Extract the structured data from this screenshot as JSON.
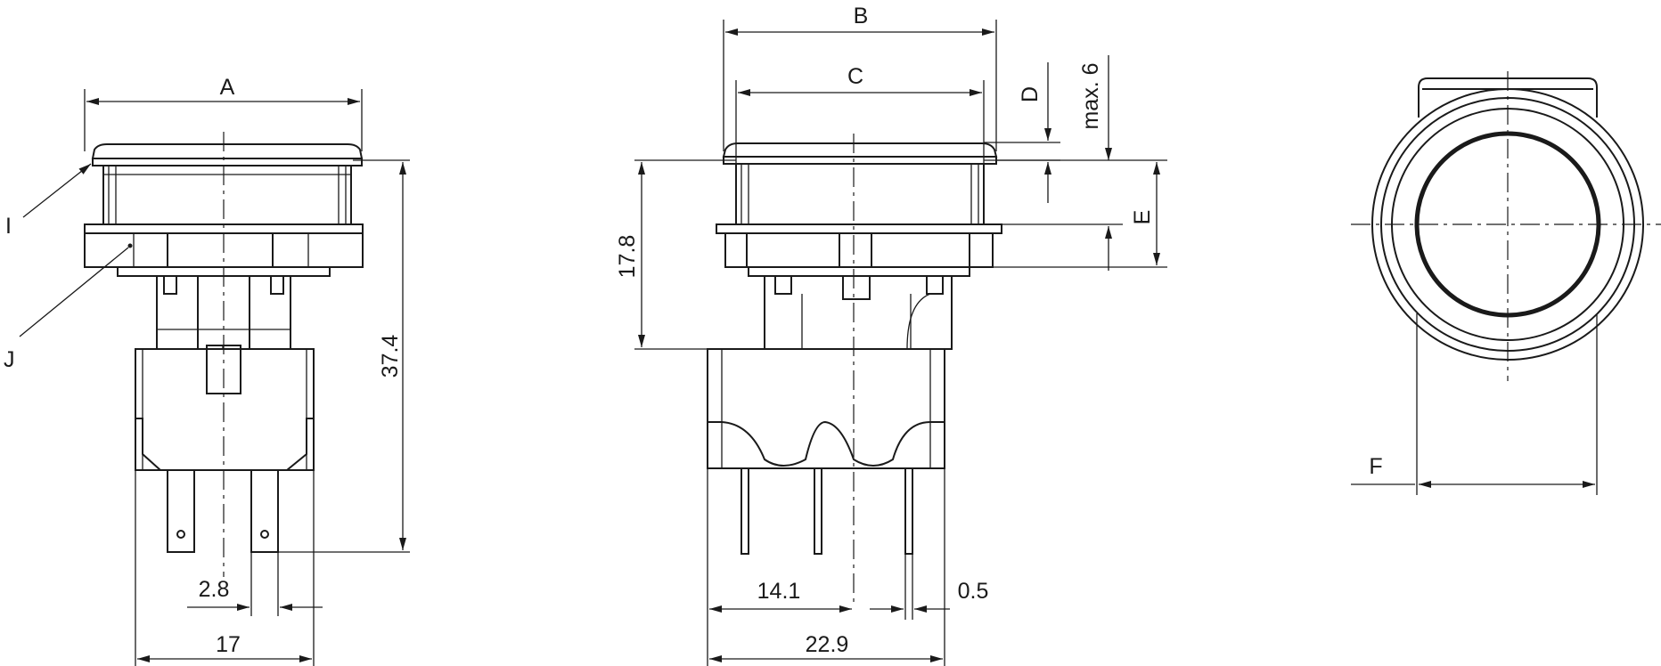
{
  "diagram": {
    "labels": {
      "A": "A",
      "B": "B",
      "C": "C",
      "D": "D",
      "E": "E",
      "F": "F",
      "I": "I",
      "J": "J"
    },
    "dimensions": {
      "height_total": "37.4",
      "height_body": "17.8",
      "max_travel": "max. 6",
      "terminal_width": "2.8",
      "terminal_thickness": "0.5",
      "width_side": "17",
      "width_front": "22.9",
      "pitch": "14.1"
    }
  }
}
